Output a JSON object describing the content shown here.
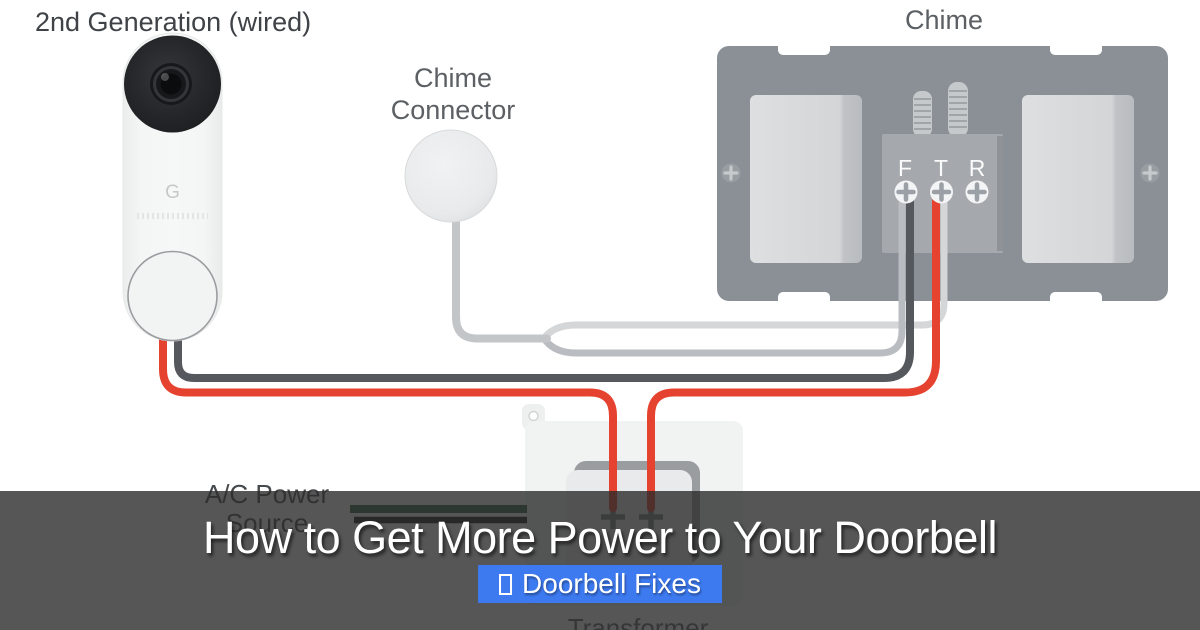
{
  "diagram": {
    "doorbell_label": "2nd Generation (wired)",
    "doorbell_logo": "G",
    "chime_connector_label": {
      "line1": "Chime",
      "line2": "Connector"
    },
    "chime_label": "Chime",
    "chime_terminals": [
      "F",
      "T",
      "R"
    ],
    "ac_power_label": {
      "line1": "A/C Power",
      "line2": "Source"
    },
    "transformer_label": "Transformer",
    "colors": {
      "wire_red": "#e5432f",
      "wire_dark_gray": "#55585c",
      "wire_light_gray": "#b9bdc1",
      "wire_white": "#d4d6d8",
      "ac_wire_green": "#2e6b3f",
      "ac_wire_black": "#1b1c1d",
      "chime_plate_gray": "#8a9096"
    }
  },
  "overlay": {
    "title": "How to Get More Power to Your Doorbell",
    "badge": {
      "label": "Doorbell Fixes",
      "icon": "missing-glyph-box",
      "color": "#3d7af0"
    }
  }
}
